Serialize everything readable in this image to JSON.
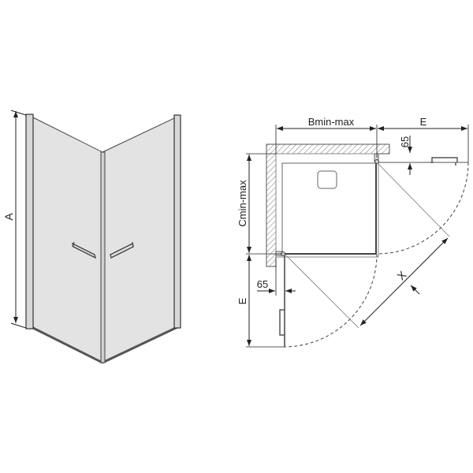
{
  "perspective_view": {
    "height_label": "A",
    "panel_color": "#e3e3e3",
    "frame_color": "#555555"
  },
  "plan_view": {
    "width_label": "Bmin-max",
    "depth_label": "Cmin-max",
    "door_clearance_top_label": "E",
    "door_clearance_left_label": "E",
    "offset_top_label": "65",
    "offset_left_label": "65",
    "diagonal_label": "X"
  }
}
